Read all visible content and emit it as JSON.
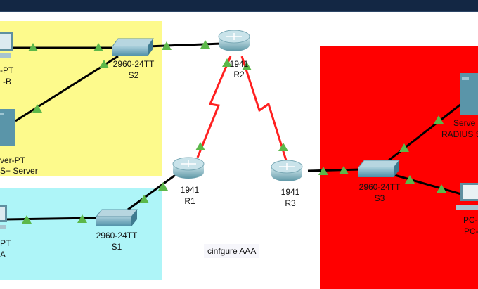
{
  "colors": {
    "zone_a": "#aef5f8",
    "zone_b": "#fdfa8c",
    "zone_c": "#ff0000",
    "serial_link": "#ff2020",
    "ethernet_link": "#000000",
    "link_up": "#5cb84a"
  },
  "devices": {
    "pc_b": {
      "model": "-PT",
      "name": "-B"
    },
    "server_tacacs": {
      "model": "ver-PT",
      "name": "S+ Server"
    },
    "pc_a": {
      "model": "PT",
      "name": "A"
    },
    "s2": {
      "model": "2960-24TT",
      "name": "S2"
    },
    "s1": {
      "model": "2960-24TT",
      "name": "S1"
    },
    "s3": {
      "model": "2960-24TT",
      "name": "S3"
    },
    "r1": {
      "model": "1941",
      "name": "R1"
    },
    "r2": {
      "model": "1941",
      "name": "R2"
    },
    "r3": {
      "model": "1941",
      "name": "R3"
    },
    "server_radius": {
      "model": "Serve",
      "name": "RADIUS S"
    },
    "pc_c": {
      "model": "PC-",
      "name": "PC-"
    }
  },
  "note": "cinfgure AAA"
}
